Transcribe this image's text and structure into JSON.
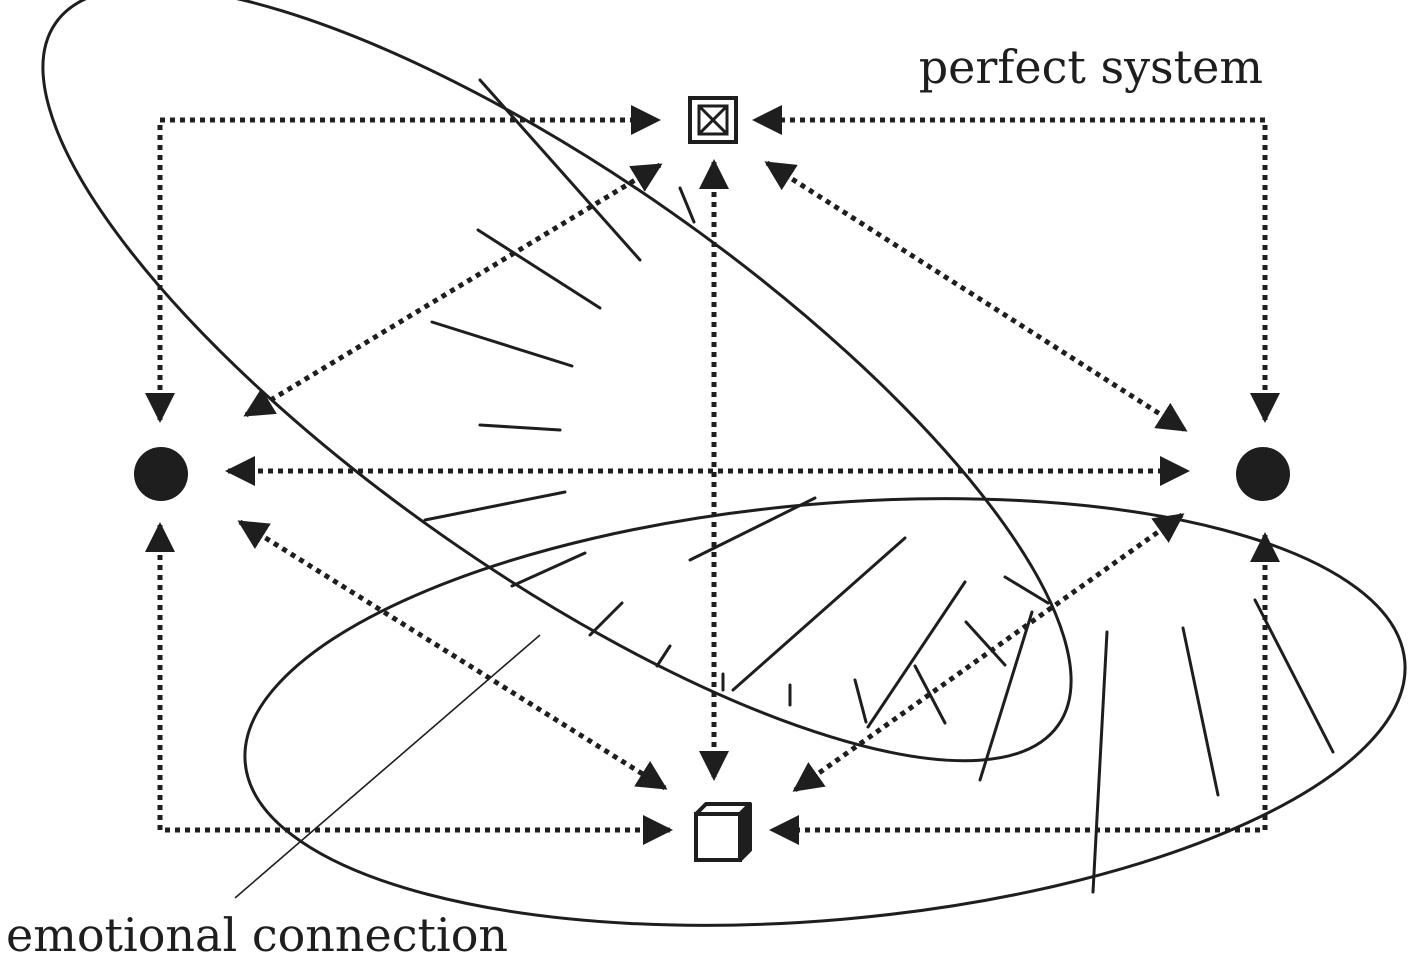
{
  "labels": {
    "top_right": "perfect system",
    "bottom_left": "emotional connection"
  },
  "nodes": {
    "top": {
      "shape": "square-with-x"
    },
    "bottom": {
      "shape": "cube"
    },
    "left": {
      "shape": "filled-circle"
    },
    "right": {
      "shape": "filled-circle"
    }
  },
  "colors": {
    "ink": "#1e1e1e",
    "background": "#ffffff"
  }
}
